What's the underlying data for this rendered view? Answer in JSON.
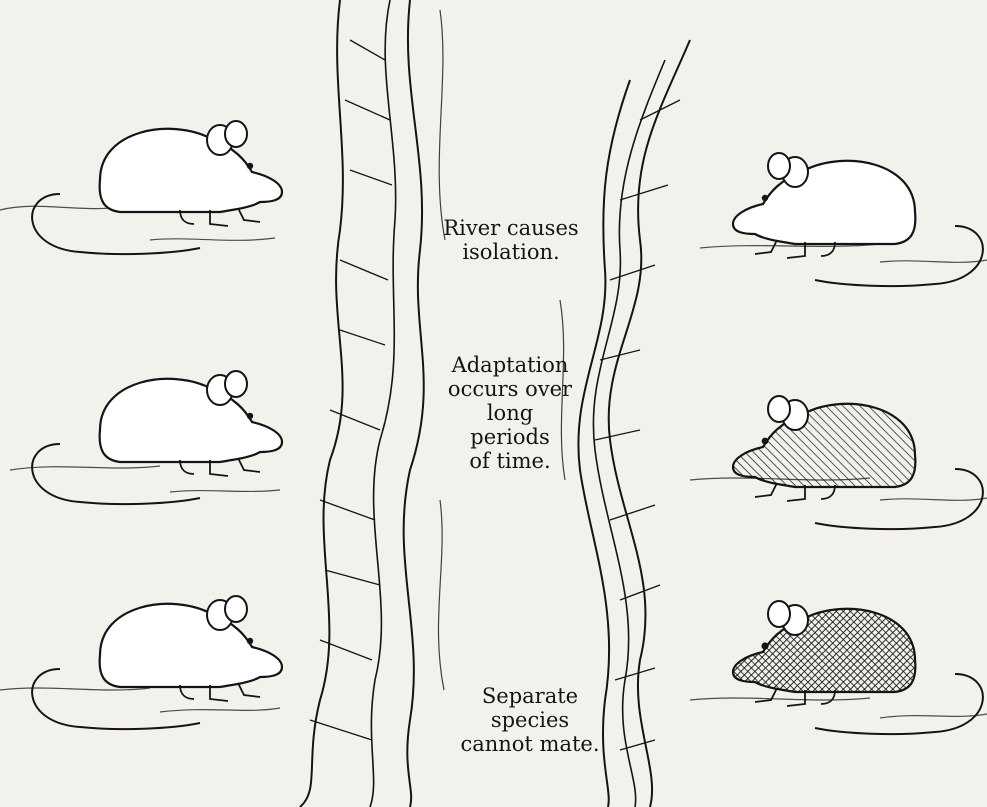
{
  "captions": {
    "isolation": "River causes\nisolation.",
    "adaptation": "Adaptation\noccurs over\nlong\nperiods\nof  time.",
    "separate": "Separate\nspecies\ncannot mate."
  },
  "colors": {
    "paper": "#f3f1ec",
    "ink": "#141414"
  },
  "mice": {
    "left": [
      "white",
      "white",
      "white"
    ],
    "right": [
      "white",
      "hatched",
      "cross-hatched"
    ]
  }
}
